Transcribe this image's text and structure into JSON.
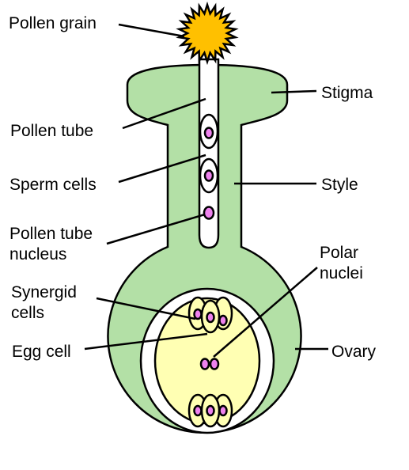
{
  "labels": {
    "pollen_grain": "Pollen grain",
    "pollen_tube": "Pollen tube",
    "sperm_cells": "Sperm cells",
    "pollen_tube_nucleus": [
      "Pollen tube",
      "nucleus"
    ],
    "synergid_cells": [
      "Synergid",
      "cells"
    ],
    "egg_cell": "Egg cell",
    "stigma": "Stigma",
    "style": "Style",
    "polar_nuclei": [
      "Polar",
      "nuclei"
    ],
    "ovary": "Ovary"
  },
  "colors": {
    "pistil": "#b3e0a6",
    "embryo_sac": "#ffffb3",
    "nucleus": "#ee82ee",
    "pollen": "#ffc000",
    "cavity": "#ffffff",
    "outline": "#000000"
  }
}
